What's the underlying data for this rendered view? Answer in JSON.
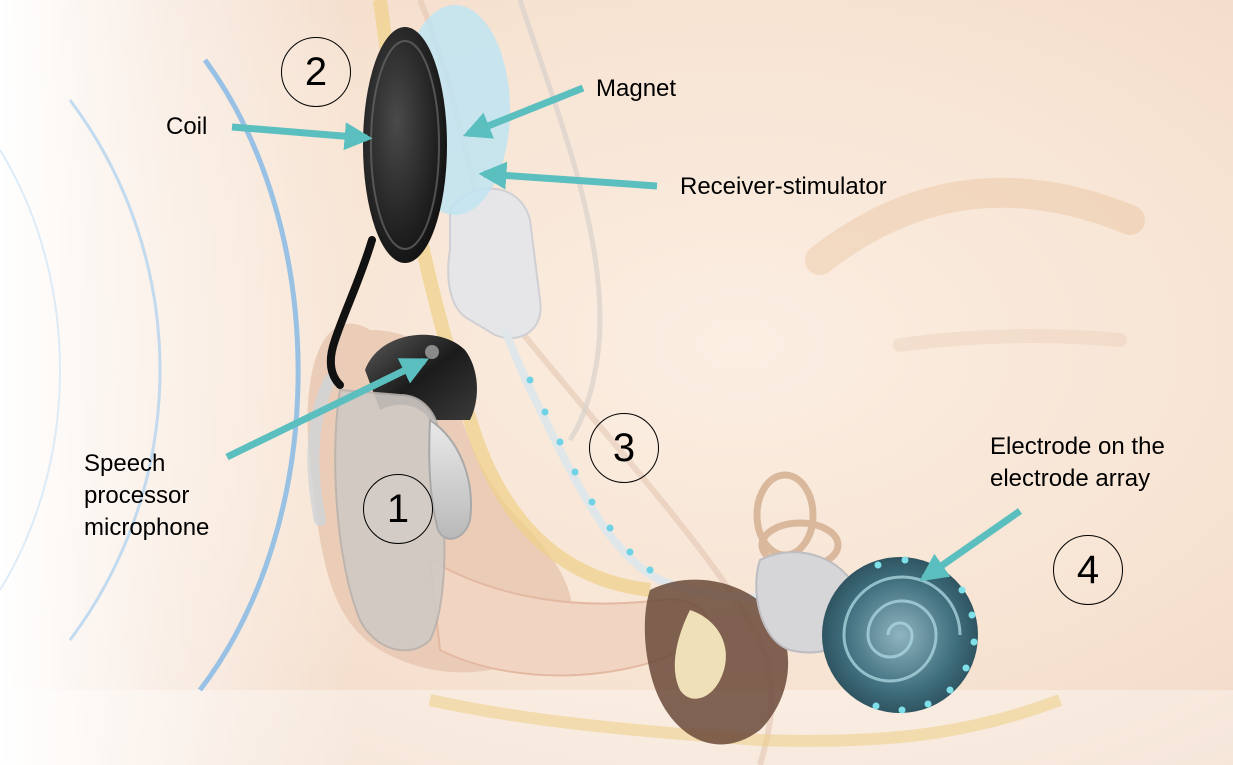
{
  "labels": {
    "coil": "Coil",
    "magnet": "Magnet",
    "receiver": "Receiver-stimulator",
    "speech_l1": "Speech",
    "speech_l2": "processor",
    "speech_l3": "microphone",
    "electrode_l1": "Electrode on the",
    "electrode_l2": "electrode array"
  },
  "markers": {
    "m1": "1",
    "m2": "2",
    "m3": "3",
    "m4": "4"
  },
  "colors": {
    "arrow": "#5bbfbf",
    "sound_wave": "#7fb6e6",
    "implant_blue": "#bfe4f2"
  }
}
